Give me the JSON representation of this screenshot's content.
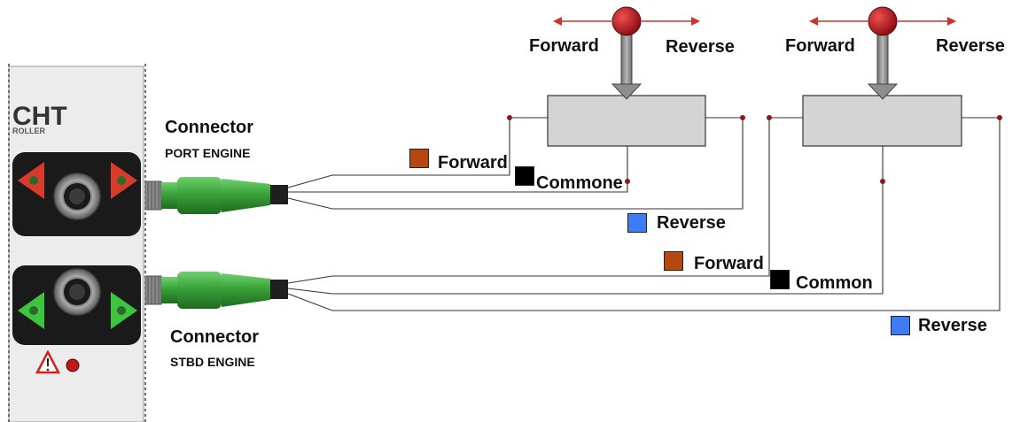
{
  "controller": {
    "brand_fragment": "CHT",
    "sub_fragment": "ROLLER"
  },
  "connectors": [
    {
      "title": "Connector",
      "engine": "PORT ENGINE"
    },
    {
      "title": "Connector",
      "engine": "STBD ENGINE"
    }
  ],
  "levers": [
    {
      "forward_label": "Forward",
      "reverse_label": "Reverse"
    },
    {
      "forward_label": "Forward",
      "reverse_label": "Reverse"
    }
  ],
  "port_wires": {
    "forward": {
      "label": "Forward",
      "color": "#b5470f"
    },
    "common": {
      "label": "Commone",
      "color": "#000000"
    },
    "reverse": {
      "label": "Reverse",
      "color": "#3f7bf5"
    }
  },
  "stbd_wires": {
    "forward": {
      "label": "Forward",
      "color": "#b5470f"
    },
    "common": {
      "label": "Common",
      "color": "#000000"
    },
    "reverse": {
      "label": "Reverse",
      "color": "#3f7bf5"
    }
  },
  "colors": {
    "arrow_red": "#c9352b",
    "connector_green": "#3aa23a",
    "knob_red": "#c1121a",
    "box_gray": "#d4d4d4",
    "junction_red": "#8a1a1a"
  }
}
